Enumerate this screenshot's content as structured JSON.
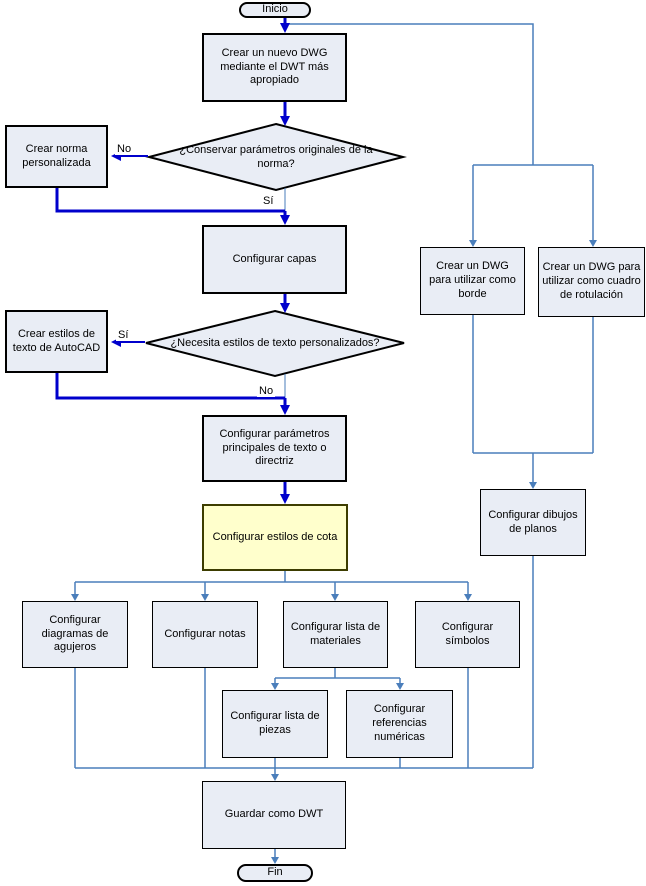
{
  "flow": {
    "start_label": "Inicio",
    "end_label": "Fin",
    "nodes": {
      "create_dwg": "Crear un nuevo DWG mediante el DWT más apropiado",
      "decision_norma": "¿Conservar parámetros originales de la norma?",
      "crear_norma": "Crear norma personalizada",
      "configurar_capas": "Configurar capas",
      "decision_estilos": "¿Necesita estilos de texto personalizados?",
      "crear_estilos_texto": "Crear estilos de texto de AutoCAD",
      "configurar_parametros": "Configurar parámetros principales de texto o directriz",
      "configurar_estilos_cota": "Configurar estilos de cota",
      "configurar_diagramas": "Configurar diagramas de agujeros",
      "configurar_notas": "Configurar notas",
      "configurar_lista_materiales": "Configurar lista de materiales",
      "configurar_simbolos": "Configurar símbolos",
      "configurar_lista_piezas": "Configurar lista de piezas",
      "configurar_referencias": "Configurar referencias numéricas",
      "guardar_dwt": "Guardar como DWT",
      "crear_dwg_borde": "Crear un DWG para utilizar como borde",
      "crear_dwg_rotulacion": "Crear un DWG para utilizar como cuadro de rotulación",
      "configurar_dibujos_planos": "Configurar dibujos de planos"
    },
    "edge_labels": {
      "norma_no": "No",
      "norma_si": "Sí",
      "estilos_si": "Sí",
      "estilos_no": "No"
    },
    "colors": {
      "node_fill": "#e9edf5",
      "highlight_fill": "#ffffcc",
      "main_flow": "#0000cc",
      "branch_flow": "#4a7ebb",
      "border": "#000000"
    }
  }
}
